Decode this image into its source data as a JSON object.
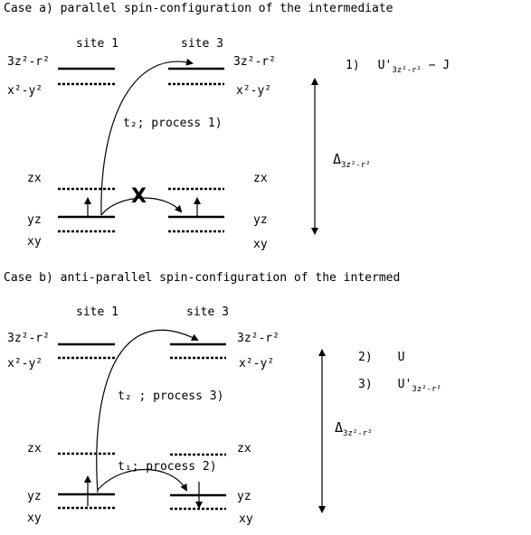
{
  "case_a": {
    "heading": "Case a)  parallel spin-configuration of the intermediate",
    "site_left": "site 1",
    "site_right": "site 3",
    "orbital_3z2r2": "3z²-r²",
    "orbital_x2y2": "x²-y²",
    "orbital_zx": "zx",
    "orbital_yz": "yz",
    "orbital_xy": "xy",
    "process_label": "t₂; process 1)",
    "forbidden_mark": "X",
    "energy_label": "Δ",
    "energy_sub": "3z²-r²",
    "energy_item_num": "1)",
    "energy_item_text": "U'",
    "energy_item_sub": "3z²-r²",
    "energy_item_rest": " − J"
  },
  "case_b": {
    "heading": "Case b)  anti-parallel spin-configuration of the intermed",
    "site_left": "site 1",
    "site_right": "site 3",
    "orbital_3z2r2": "3z²-r²",
    "orbital_x2y2": "x²-y²",
    "orbital_zx": "zx",
    "orbital_yz": "yz",
    "orbital_xy": "xy",
    "process_t2": "t₂ ; process 3)",
    "process_t1": "t₁; process 2)",
    "energy_label": "Δ",
    "energy_sub": "3z²-r²",
    "energy_item2_num": "2)",
    "energy_item2_text": "U",
    "energy_item3_num": "3)",
    "energy_item3_text": "U'",
    "energy_item3_sub": "3z²-r²"
  }
}
